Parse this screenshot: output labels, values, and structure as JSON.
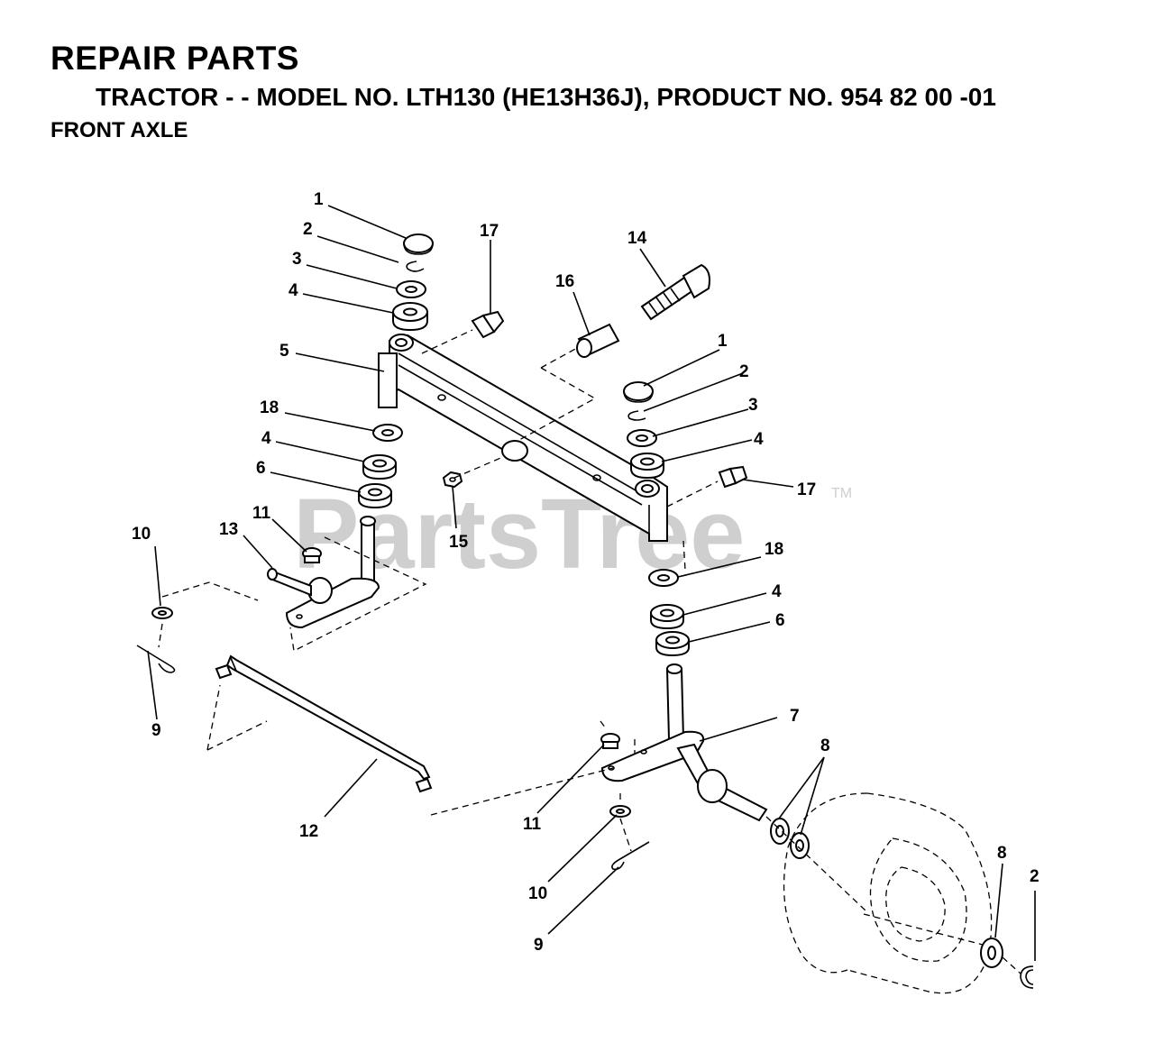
{
  "header": {
    "title": "REPAIR PARTS",
    "subtitle": "TRACTOR - - MODEL NO. LTH130 (HE13H36J),  PRODUCT NO. 954 82 00 -01",
    "section": "FRONT AXLE"
  },
  "watermark": {
    "text": "PartsTree",
    "trademark": "TM"
  },
  "callouts": [
    {
      "id": "c1a",
      "label": "1"
    },
    {
      "id": "c2a",
      "label": "2"
    },
    {
      "id": "c3a",
      "label": "3"
    },
    {
      "id": "c4a",
      "label": "4"
    },
    {
      "id": "c5",
      "label": "5"
    },
    {
      "id": "c17a",
      "label": "17"
    },
    {
      "id": "c16",
      "label": "16"
    },
    {
      "id": "c14",
      "label": "14"
    },
    {
      "id": "c1b",
      "label": "1"
    },
    {
      "id": "c2b",
      "label": "2"
    },
    {
      "id": "c3b",
      "label": "3"
    },
    {
      "id": "c4b",
      "label": "4"
    },
    {
      "id": "c17b",
      "label": "17"
    },
    {
      "id": "c18a",
      "label": "18"
    },
    {
      "id": "c4c",
      "label": "4"
    },
    {
      "id": "c6a",
      "label": "6"
    },
    {
      "id": "c15",
      "label": "15"
    },
    {
      "id": "c10a",
      "label": "10"
    },
    {
      "id": "c13",
      "label": "13"
    },
    {
      "id": "c11a",
      "label": "11"
    },
    {
      "id": "c9a",
      "label": "9"
    },
    {
      "id": "c18b",
      "label": "18"
    },
    {
      "id": "c4d",
      "label": "4"
    },
    {
      "id": "c6b",
      "label": "6"
    },
    {
      "id": "c7",
      "label": "7"
    },
    {
      "id": "c8a",
      "label": "8"
    },
    {
      "id": "c12",
      "label": "12"
    },
    {
      "id": "c11b",
      "label": "11"
    },
    {
      "id": "c10b",
      "label": "10"
    },
    {
      "id": "c9b",
      "label": "9"
    },
    {
      "id": "c8b",
      "label": "8"
    },
    {
      "id": "c2c",
      "label": "2"
    }
  ]
}
